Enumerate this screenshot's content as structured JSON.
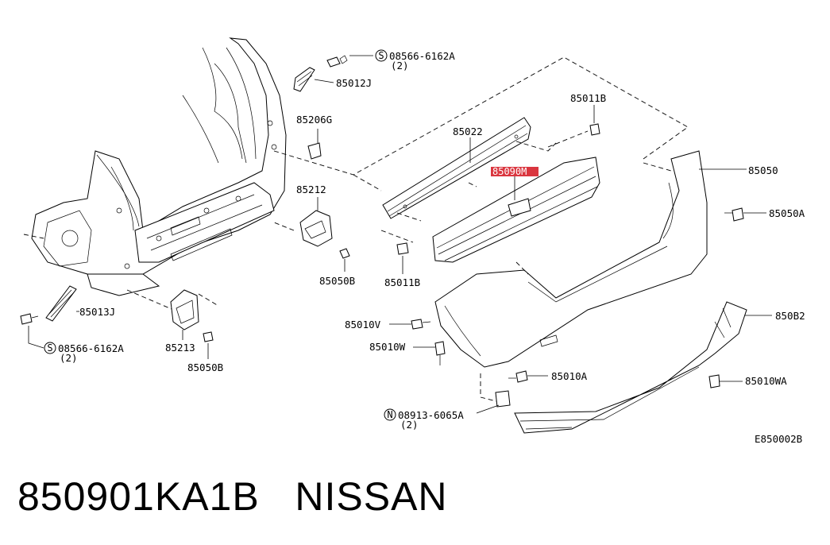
{
  "labels": {
    "screw_top": "08566-6162A",
    "screw_top_qty": "(2)",
    "p85012J": "85012J",
    "p85206G": "85206G",
    "p85212": "85212",
    "p85050B_a": "85050B",
    "p85013J": "85013J",
    "screw_left": "08566-6162A",
    "screw_left_qty": "(2)",
    "p85213": "85213",
    "p85050B_b": "85050B",
    "p85022": "85022",
    "p85011B_top": "85011B",
    "p85090M": "85090M",
    "p85011B_bot": "85011B",
    "p85050": "85050",
    "p85050A": "85050A",
    "p85010V": "85010V",
    "p85010W": "85010W",
    "p85010A": "85010A",
    "p850B2": "850B2",
    "p85010WA": "85010WA",
    "nut": "08913-6065A",
    "nut_qty": "(2)",
    "code": "E850002B"
  },
  "symbols": {
    "screw": "S",
    "nut": "N"
  },
  "caption": "850901KA1B   NISSAN",
  "colors": {
    "highlight": "#d6202a",
    "line": "#000000"
  }
}
